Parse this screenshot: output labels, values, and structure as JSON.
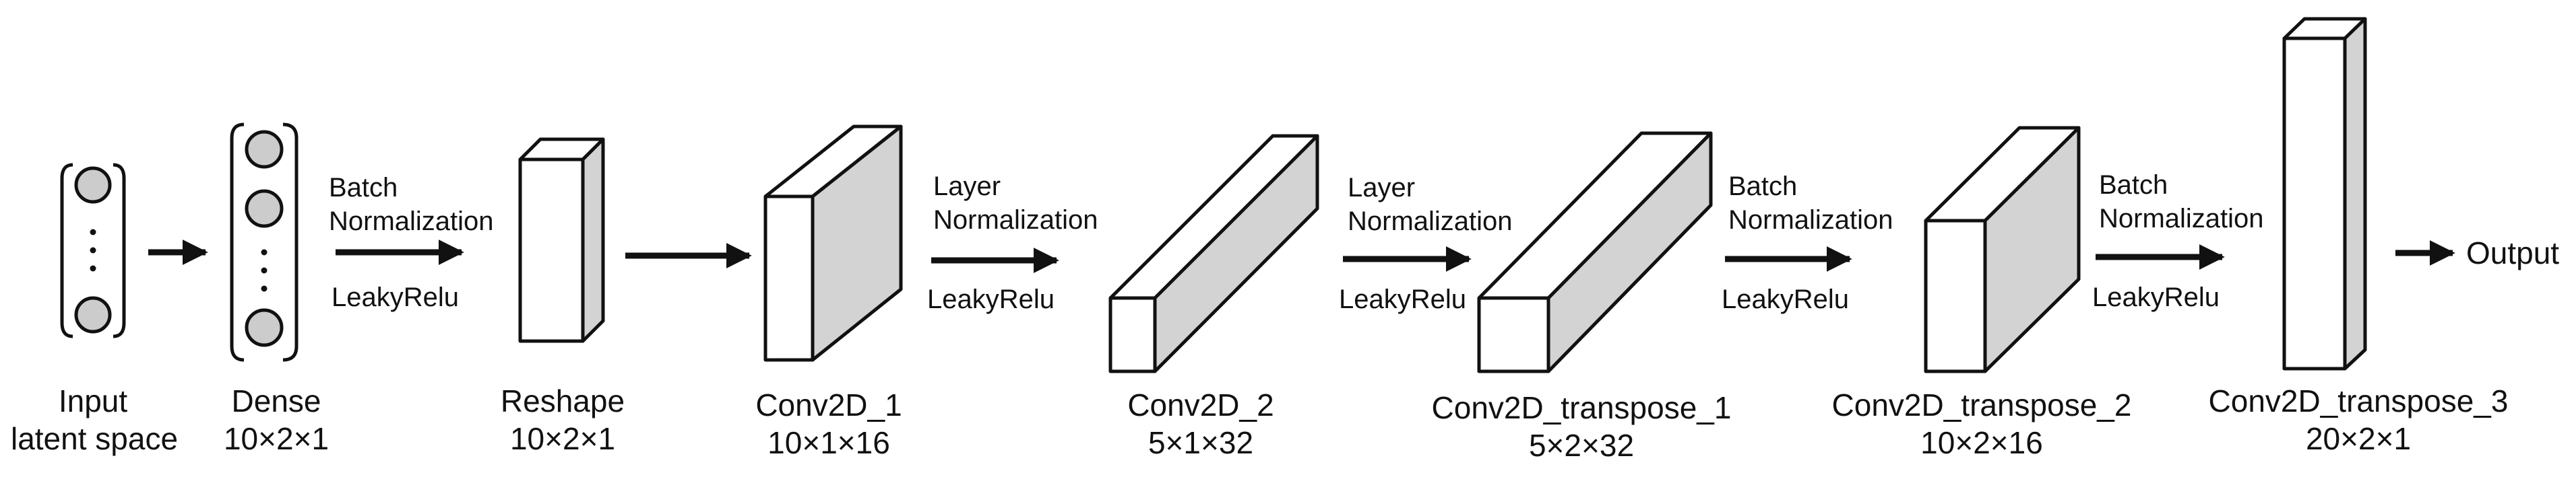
{
  "layers": {
    "input": {
      "name_line1": "Input",
      "name_line2": "latent space"
    },
    "dense": {
      "name": "Dense",
      "shape": "10×2×1"
    },
    "reshape": {
      "name": "Reshape",
      "shape": "10×2×1"
    },
    "conv1": {
      "name": "Conv2D_1",
      "shape": "10×1×16"
    },
    "conv2": {
      "name": "Conv2D_2",
      "shape": "5×1×32"
    },
    "tconv1": {
      "name": "Conv2D_transpose_1",
      "shape": "5×2×32"
    },
    "tconv2": {
      "name": "Conv2D_transpose_2",
      "shape": "10×2×16"
    },
    "tconv3": {
      "name": "Conv2D_transpose_3",
      "shape": "20×2×1"
    }
  },
  "operations": {
    "op1": {
      "line1": "Batch",
      "line2": "Normalization",
      "activation": "LeakyRelu"
    },
    "op2": {
      "line1": "Layer",
      "line2": "Normalization",
      "activation": "LeakyRelu"
    },
    "op3": {
      "line1": "Layer",
      "line2": "Normalization",
      "activation": "LeakyRelu"
    },
    "op4": {
      "line1": "Batch",
      "line2": "Normalization",
      "activation": "LeakyRelu"
    },
    "op5": {
      "line1": "Batch",
      "line2": "Normalization",
      "activation": "LeakyRelu"
    }
  },
  "output_label": "Output",
  "colors": {
    "stroke": "#111111",
    "box_side": "#d3d3d3",
    "box_face": "#ffffff",
    "neuron_fill": "#cccccc"
  }
}
